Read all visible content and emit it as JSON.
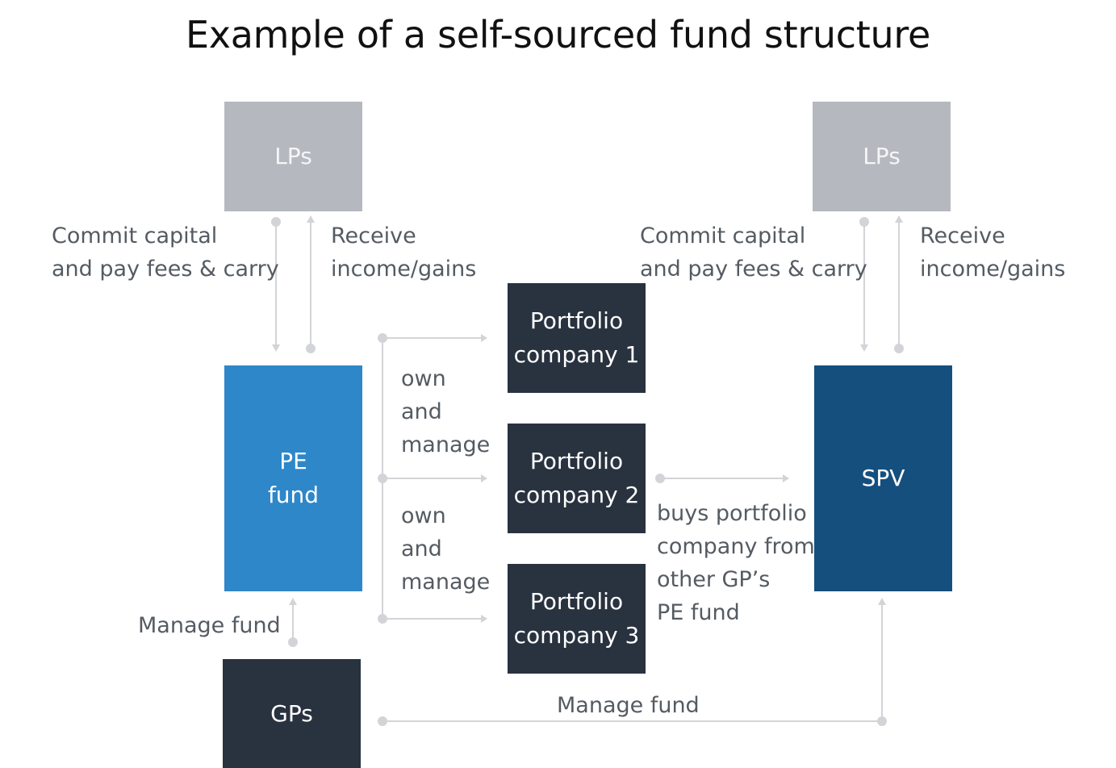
{
  "title": "Example of a self-sourced fund structure",
  "colors": {
    "lp_box": "#b5b9bf",
    "pe_fund": "#2e87c8",
    "spv": "#154f7e",
    "dark_box": "#29323f",
    "connector": "#d2d4d7",
    "label_text": "#555b62"
  },
  "nodes": {
    "lps_left": "LPs",
    "lps_right": "LPs",
    "pe_fund": "PE\nfund",
    "spv": "SPV",
    "gps": "GPs",
    "portfolio_1": "Portfolio\ncompany 1",
    "portfolio_2": "Portfolio\ncompany 2",
    "portfolio_3": "Portfolio\ncompany 3"
  },
  "labels": {
    "commit_left": "Commit capital\nand pay fees & carry",
    "receive_left": "Receive\nincome/gains",
    "commit_right": "Commit capital\nand pay fees & carry",
    "receive_right": "Receive\nincome/gains",
    "own_manage_1": "own\nand\nmanage",
    "own_manage_2": "own\nand\nmanage",
    "buys": "buys portfolio\ncompany from\nother GP’s\nPE fund",
    "manage_fund_left": "Manage fund",
    "manage_fund_bottom": "Manage fund"
  }
}
